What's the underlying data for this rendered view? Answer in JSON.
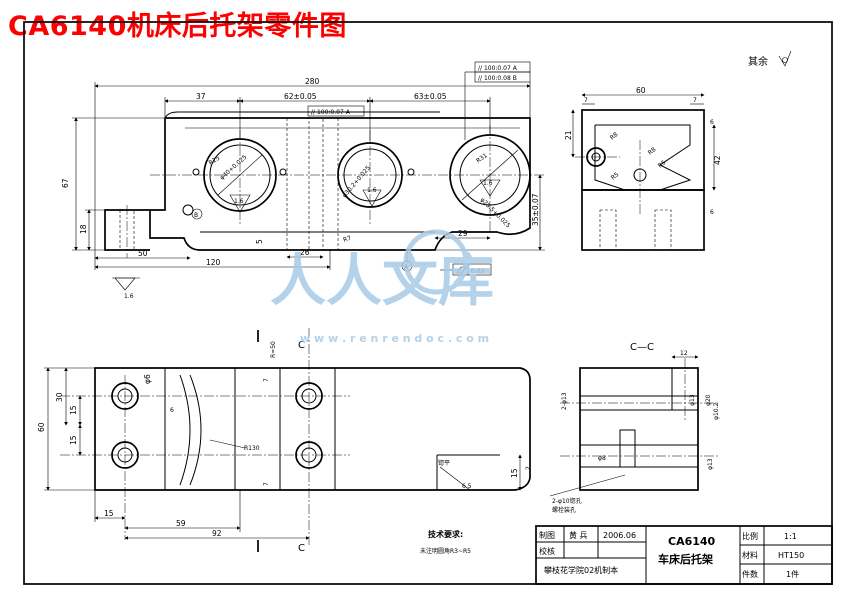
{
  "title": "CA6140机床后托架零件图",
  "surface_note": "其余",
  "front_view": {
    "dims": {
      "overall_len": "280",
      "left_off": "37",
      "span1": "62±0.05",
      "span2": "63±0.05",
      "height": "67",
      "foot_h": "18",
      "base_w": "50",
      "base_len": "120",
      "slot_w": "26",
      "step": "5",
      "right_w": "29",
      "center_h": "35±0.07",
      "hole1": "φ40+0.025",
      "hole2": "φ30.2+0.025",
      "hole3": "φ25.5+0.025",
      "r_left": "R25",
      "r_right": "R31",
      "r_bottom": "R7",
      "roughness": "1.6",
      "datum_b": "B",
      "datum_a": "A"
    },
    "tolerances": {
      "t1": "//  100:0.07 A",
      "t2": "//  100:0.08 B",
      "t3": "//  100:0.07 A",
      "flatness": "0.03"
    }
  },
  "side_view": {
    "dims": {
      "width": "60",
      "left_w": "7",
      "right_w": "7",
      "h1": "21",
      "h2": "42",
      "h3": "6",
      "h4": "6",
      "r1": "R8",
      "r2": "R8",
      "r3": "R5",
      "r4": "R5"
    }
  },
  "top_view": {
    "dims": {
      "width": "60",
      "d30": "30",
      "d15a": "15",
      "d15b": "15",
      "phi6": "φ6",
      "d6": "6",
      "r50": "R≈50",
      "d7a": "7",
      "d7b": "7",
      "r130": "R130",
      "bottom15": "15",
      "bottom59": "59",
      "bottom92": "92",
      "right15": "15",
      "right2": "2",
      "angle": "6.5",
      "flat": "锪平"
    },
    "section_mark": "C"
  },
  "section_view": {
    "title": "C—C",
    "dims": {
      "top12": "12",
      "hole_left": "2-φ13",
      "hole_right": "φ10.2",
      "hole_top": "φ13",
      "depth": "φ20",
      "bottom_hole": "φ13",
      "bottom_left": "φ8",
      "note1": "2-φ10锪孔",
      "note2": "螺栓装孔"
    }
  },
  "tech_requirements": {
    "title": "技术要求:",
    "line1": "未注明圆角R3~R5"
  },
  "title_block": {
    "drawn_label": "制图",
    "drawn_name": "黄 兵",
    "date": "2006.06",
    "check_label": "校核",
    "part_no": "CA6140",
    "part_name": "车床后托架",
    "scale_label": "比例",
    "scale": "1:1",
    "material_label": "材料",
    "material": "HT150",
    "qty_label": "件数",
    "qty": "1件",
    "school": "攀枝花学院02机制本"
  },
  "watermark": {
    "text": "人人文库",
    "url": "w w w . r e n r e n d o c . c o m"
  }
}
